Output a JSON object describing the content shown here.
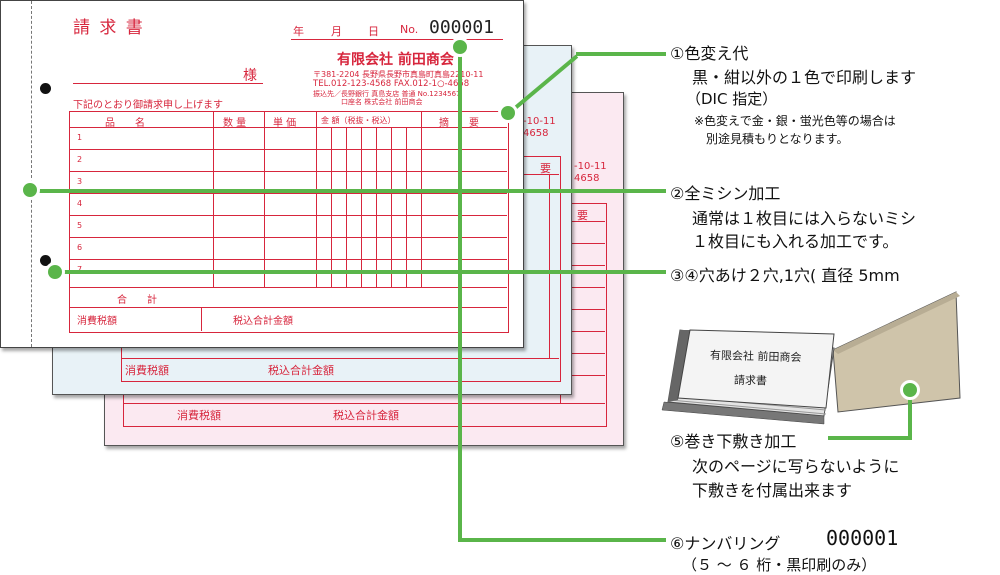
{
  "invoice": {
    "title": "請 求 書",
    "date_year": "年",
    "date_month": "月",
    "date_day": "日",
    "number_prefix": "No.",
    "number": "000001",
    "recipient_suffix": "様",
    "intro_text": "下記のとおり御請求申し上げます",
    "company": "有限会社 前田商会",
    "address": "〒381-2204 長野県長野市真島町真島2210-11",
    "tel_fax": "TEL.012-123-4568 FAX.012-1○-4658",
    "bank": "振込先／長野銀行 真島支店 普通 No.1234567",
    "account": "口座名 株式会社 前田商会",
    "columns": [
      "品　　名",
      "数 量",
      "単 価",
      "金 額（税抜・税込）",
      "摘　　要"
    ],
    "row_numbers": [
      "1",
      "2",
      "3",
      "4",
      "5",
      "6",
      "7"
    ],
    "total_label": "合　　計",
    "tax_label": "消費税額",
    "tax_total_label": "税込合計金額"
  },
  "copies": {
    "sheet2_address": "-10-11",
    "sheet2_fax": "4658",
    "sheet2_remark": "要",
    "sheet3_address": "-10-11",
    "sheet3_fax": "4658",
    "sheet3_remark": "要",
    "tax_label": "消費税額",
    "tax_total_label": "税込合計金額"
  },
  "book": {
    "company": "有限会社 前田商会",
    "title": "請求書"
  },
  "annotations": {
    "a1": {
      "title": "①色変え代",
      "line1": "黒・紺以外の１色で印刷します",
      "line2": "（DIC 指定）",
      "note1": "※色変えで金・銀・蛍光色等の場合は",
      "note2": "別途見積もりとなります。"
    },
    "a2": {
      "title": "②全ミシン加工",
      "line1": "通常は１枚目には入らないミシ",
      "line2": "１枚目にも入れる加工です。"
    },
    "a3": {
      "title": "③④穴あけ２穴,1穴( 直径 5mm"
    },
    "a5": {
      "title": "⑤巻き下敷き加工",
      "line1": "次のページに写らないように",
      "line2": "下敷きを付属出来ます"
    },
    "a6": {
      "title": "⑥ナンバリング",
      "number": "000001",
      "line1": "（５ ～ ６ 桁・黒印刷のみ）"
    }
  },
  "colors": {
    "accent_green": "#5ab54a",
    "print_red": "#d7263d"
  }
}
